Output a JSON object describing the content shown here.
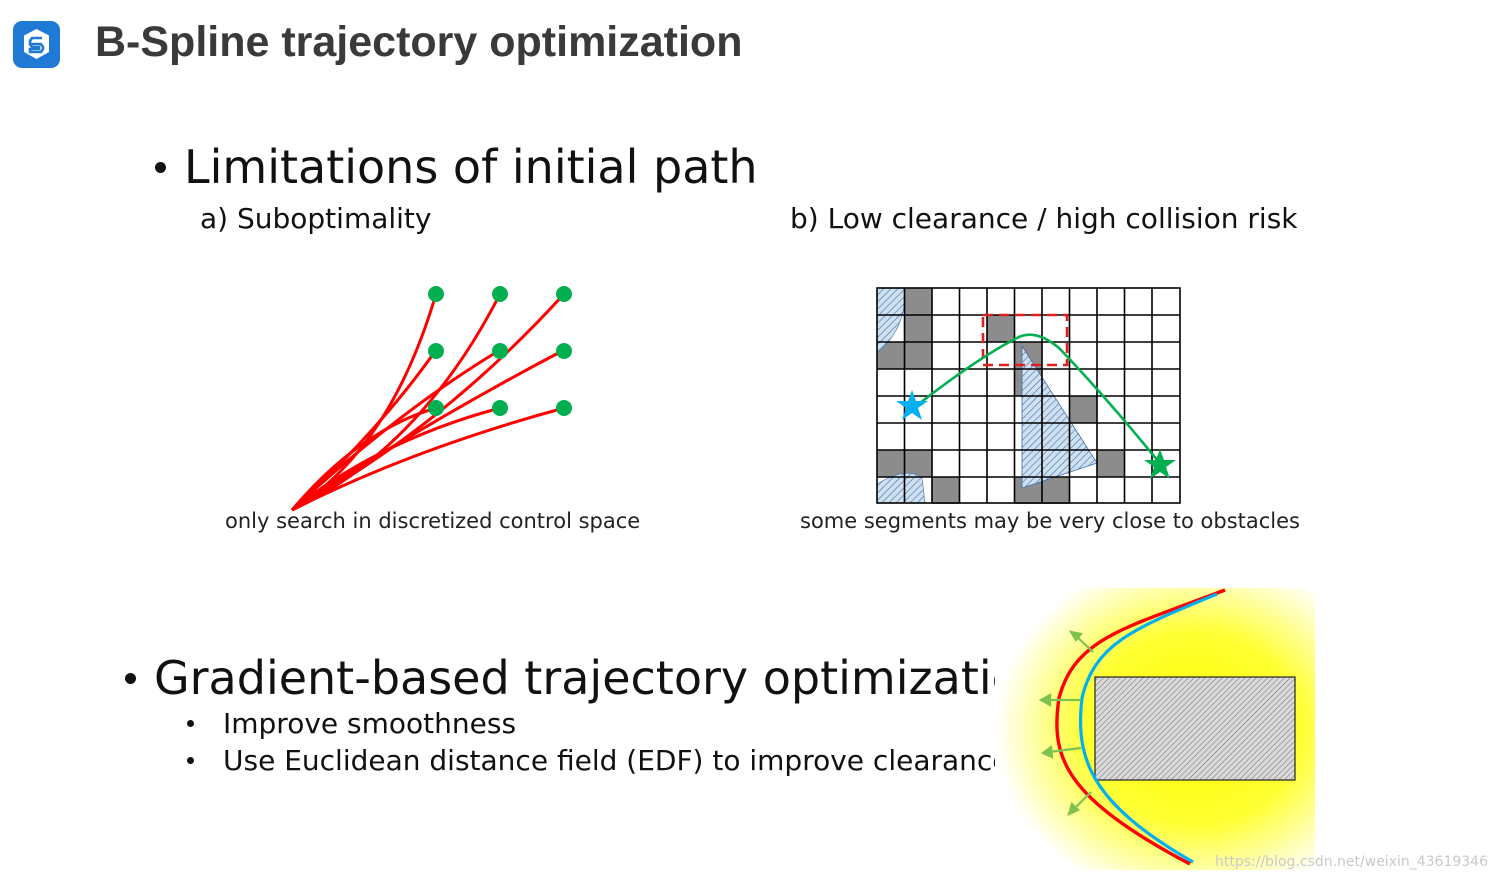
{
  "slide": {
    "title": "B-Spline trajectory optimization",
    "logo_icon": "shield-s-logo",
    "colors": {
      "logo": "#1f7ad6",
      "path": "#ff0000",
      "node": "#00b050",
      "traj": "#00b050",
      "bspline": "#00b0f0",
      "edf_yellow": "#ffff00"
    }
  },
  "section1": {
    "bullet": "Limitations of initial path",
    "a_label": "a) Suboptimality",
    "b_label": "b) Low clearance / high collision risk",
    "caption_a": "only search in discretized control space",
    "caption_b": "some segments may be very close to obstacles"
  },
  "section2": {
    "bullet": "Gradient-based trajectory optimization",
    "items": [
      "Improve smoothness",
      "Use Euclidean distance field (EDF) to improve clearance"
    ]
  },
  "watermark": "https://blog.csdn.net/weixin_43619346"
}
